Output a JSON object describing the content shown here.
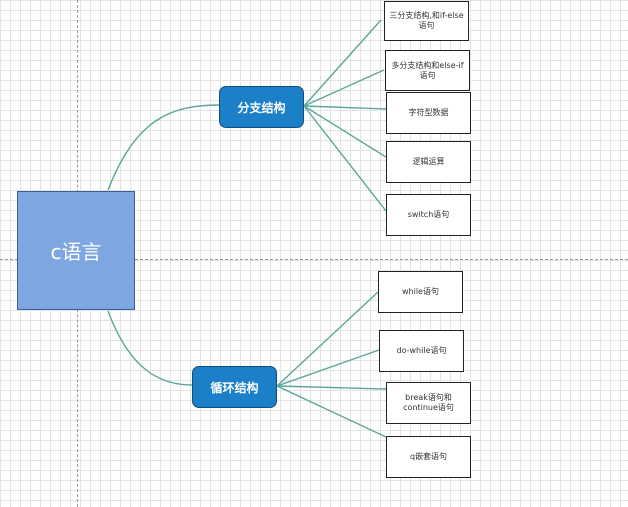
{
  "root": {
    "label": "c语言"
  },
  "branches": [
    {
      "label": "分支结构",
      "children": [
        "三分支结构,和if-else语句",
        "多分支结构和else-if语句",
        "字符型数据",
        "逻辑运算",
        "switch语句"
      ]
    },
    {
      "label": "循环结构",
      "children": [
        "while语句",
        "do-while语句",
        "break语句和continue语句",
        "q嵌套语句"
      ]
    }
  ],
  "colors": {
    "root_fill": "#7ea6e0",
    "branch_fill": "#1b80c8",
    "connector": "#5aa79a",
    "leaf_border": "#222222"
  }
}
